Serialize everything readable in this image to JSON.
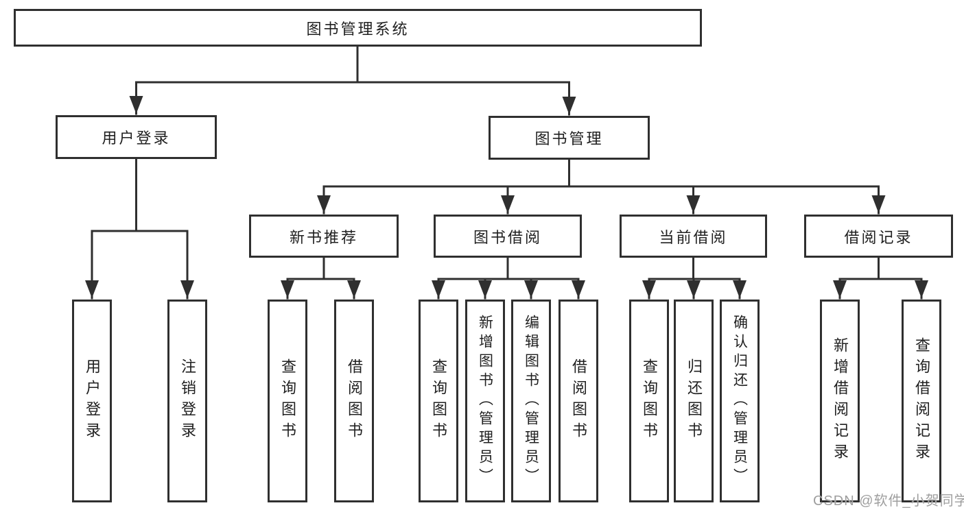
{
  "colors": {
    "line": "#2f2f2f",
    "box_border": "#2f2f2f",
    "text": "#1f1f1f",
    "watermark": "#9e9e9e",
    "background": "#ffffff"
  },
  "tree": {
    "root": {
      "label": "图书管理系统"
    },
    "branches": [
      {
        "label": "用户登录",
        "children": [
          "用户登录",
          "注销登录"
        ]
      },
      {
        "label": "图书管理",
        "children": [
          {
            "label": "新书推荐",
            "children": [
              "查询图书",
              "借阅图书"
            ]
          },
          {
            "label": "图书借阅",
            "children": [
              "查询图书",
              "新增图书（管理员）",
              "编辑图书（管理员）",
              "借阅图书"
            ]
          },
          {
            "label": "当前借阅",
            "children": [
              "查询图书",
              "归还图书",
              "确认归还（管理员）"
            ]
          },
          {
            "label": "借阅记录",
            "children": [
              "新增借阅记录",
              "查询借阅记录"
            ]
          }
        ]
      }
    ]
  },
  "watermark": {
    "text": "CSDN @软件_小贺同学"
  }
}
